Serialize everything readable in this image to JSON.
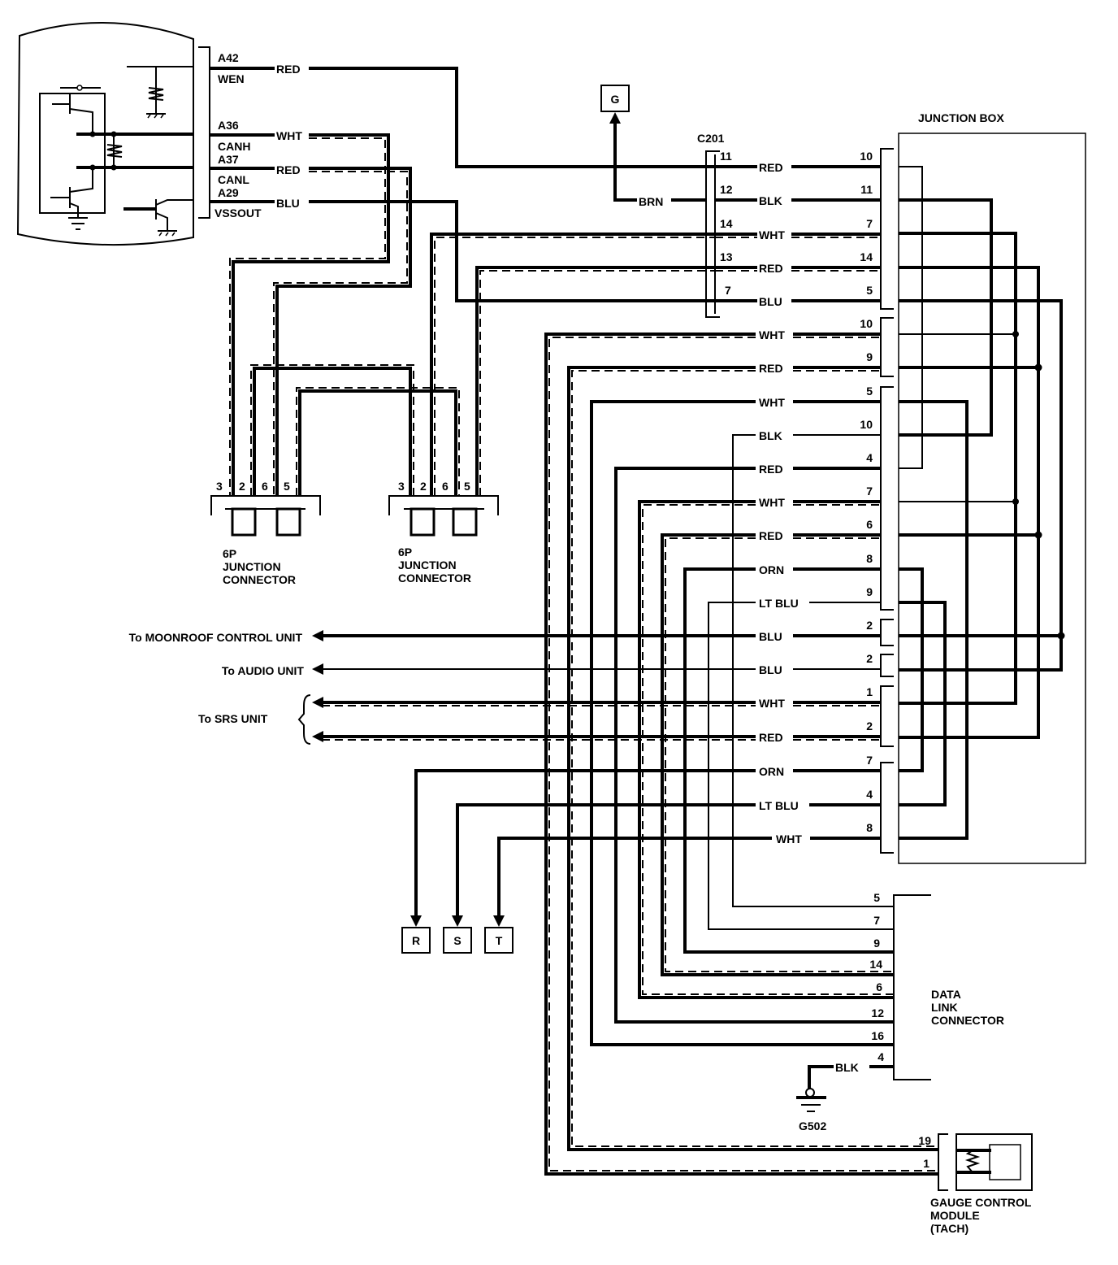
{
  "ecm": {
    "pins": [
      {
        "pin": "A42",
        "signal": "WEN",
        "wire": "RED"
      },
      {
        "pin": "A36",
        "signal": "CANH",
        "wire": "WHT"
      },
      {
        "pin": "A37",
        "signal": "CANL",
        "wire": "RED"
      },
      {
        "pin": "A29",
        "signal": "VSSOUT",
        "wire": "BLU"
      }
    ]
  },
  "ref_g": {
    "label": "G",
    "wire": "BRN"
  },
  "c201": {
    "name": "C201",
    "rows": [
      {
        "pin": "11",
        "wire": "RED",
        "jb_pin": "10"
      },
      {
        "pin": "12",
        "wire": "BLK",
        "jb_pin": "11"
      },
      {
        "pin": "14",
        "wire": "WHT",
        "jb_pin": "7"
      },
      {
        "pin": "13",
        "wire": "RED",
        "jb_pin": "14"
      },
      {
        "pin": "7",
        "wire": "BLU",
        "jb_pin": "5"
      }
    ]
  },
  "junction_box": {
    "title": "JUNCTION BOX",
    "rows": [
      {
        "wire": "WHT",
        "pin": "10"
      },
      {
        "wire": "RED",
        "pin": "9"
      },
      {
        "wire": "WHT",
        "pin": "5"
      },
      {
        "wire": "BLK",
        "pin": "10"
      },
      {
        "wire": "RED",
        "pin": "4"
      },
      {
        "wire": "WHT",
        "pin": "7"
      },
      {
        "wire": "RED",
        "pin": "6"
      },
      {
        "wire": "ORN",
        "pin": "8"
      },
      {
        "wire": "LT BLU",
        "pin": "9"
      },
      {
        "wire": "BLU",
        "pin": "2"
      },
      {
        "wire": "BLU",
        "pin": "2"
      },
      {
        "wire": "WHT",
        "pin": "1"
      },
      {
        "wire": "RED",
        "pin": "2"
      },
      {
        "wire": "ORN",
        "pin": "7"
      },
      {
        "wire": "LT BLU",
        "pin": "4"
      },
      {
        "wire": "WHT",
        "pin": "8"
      }
    ]
  },
  "junction_connectors": [
    {
      "pins": [
        "3",
        "2",
        "6",
        "5"
      ],
      "label_lines": [
        "6P",
        "JUNCTION",
        "CONNECTOR"
      ]
    },
    {
      "pins": [
        "3",
        "2",
        "6",
        "5"
      ],
      "label_lines": [
        "6P",
        "JUNCTION",
        "CONNECTOR"
      ]
    }
  ],
  "destinations": {
    "moonroof": "To MOONROOF CONTROL UNIT",
    "audio": "To AUDIO UNIT",
    "srs": "To SRS UNIT"
  },
  "refs_bottom": [
    "R",
    "S",
    "T"
  ],
  "dlc": {
    "label_lines": [
      "DATA",
      "LINK",
      "CONNECTOR"
    ],
    "pins": [
      "5",
      "7",
      "9",
      "14",
      "6",
      "12",
      "16",
      "4"
    ],
    "ground_wire": "BLK",
    "ground_label": "G502"
  },
  "gauge": {
    "pins": [
      "19",
      "1"
    ],
    "label_lines": [
      "GAUGE CONTROL",
      "MODULE",
      "(TACH)"
    ]
  }
}
